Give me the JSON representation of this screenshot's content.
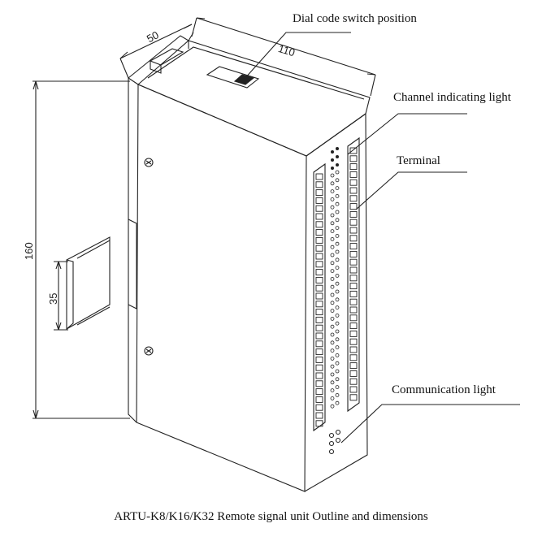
{
  "labels": {
    "dial_code_switch": "Dial code switch position",
    "channel_light": "Channel indicating light",
    "terminal": "Terminal",
    "communication_light": "Communication light"
  },
  "dimensions": {
    "depth": "50",
    "width": "110",
    "height": "160",
    "rail": "35"
  },
  "caption": "ARTU-K8/K16/K32 Remote signal unit Outline and dimensions",
  "colors": {
    "line": "#222222",
    "background": "#ffffff"
  }
}
